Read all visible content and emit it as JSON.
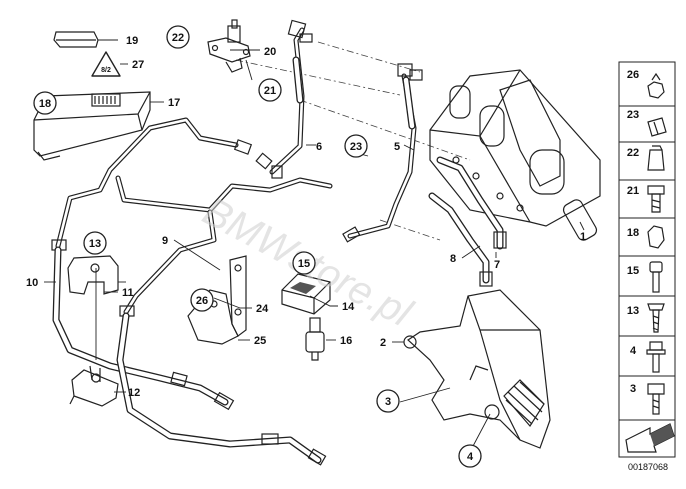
{
  "diagram": {
    "callouts_plain": [
      "19",
      "27",
      "17",
      "20",
      "6",
      "5",
      "10",
      "9",
      "11",
      "12",
      "24",
      "25",
      "14",
      "16",
      "2",
      "8",
      "7",
      "1"
    ],
    "callouts_circled": [
      "22",
      "21",
      "18",
      "23",
      "13",
      "26",
      "15",
      "3",
      "4"
    ],
    "warning_label_text": "8/2",
    "watermark": "BMWstore.pl",
    "figure_number": "00187068"
  },
  "sidebar": {
    "items": [
      {
        "number": "26",
        "icon": "nut-icon"
      },
      {
        "number": "23",
        "icon": "clip-icon"
      },
      {
        "number": "22",
        "icon": "hex-nut-tall-icon"
      },
      {
        "number": "21",
        "icon": "flange-bolt-icon"
      },
      {
        "number": "18",
        "icon": "hex-nut-icon"
      },
      {
        "number": "15",
        "icon": "socket-screw-icon"
      },
      {
        "number": "13",
        "icon": "screw-icon"
      },
      {
        "number": "4",
        "icon": "collar-screw-icon"
      },
      {
        "number": "3",
        "icon": "hex-bolt-icon"
      }
    ],
    "arrow_icon": "direction-arrow-icon"
  }
}
